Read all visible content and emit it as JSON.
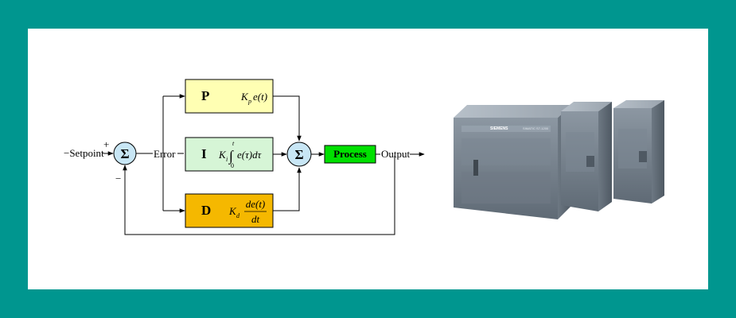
{
  "labels": {
    "setpoint": "−Setpoint",
    "plus": "+",
    "minus": "−",
    "error": "Error",
    "output": "Output",
    "sum_symbol": "Σ",
    "process": "Process"
  },
  "blocks": {
    "p": {
      "letter": "P",
      "k": "K",
      "k_sub": "p",
      "expr": "e(t)"
    },
    "i": {
      "letter": "I",
      "k": "K",
      "k_sub": "i",
      "upper": "t",
      "lower": "0",
      "integral": "∫",
      "expr": "e(τ)dτ"
    },
    "d": {
      "letter": "D",
      "k": "K",
      "k_sub": "d",
      "numerator": "de(t)",
      "denominator": "dt"
    }
  },
  "plc": {
    "brand": "SIEMENS",
    "model": "SIMATIC S7-1200"
  },
  "colors": {
    "background": "#00968f",
    "p_block": "#ffffb3",
    "i_block": "#d6f5d6",
    "d_block": "#f5b800",
    "sum_node": "#c8e6f5",
    "process_block": "#00e000"
  }
}
